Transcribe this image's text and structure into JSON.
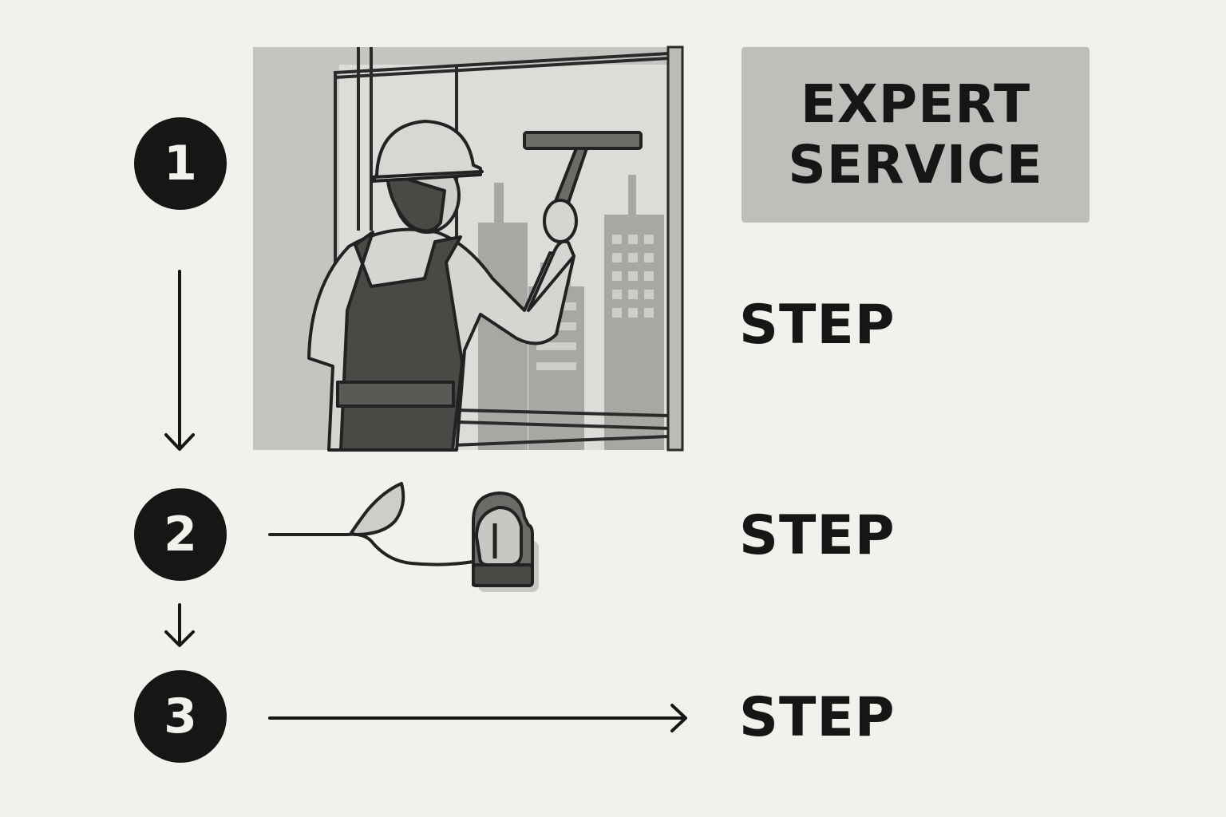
{
  "badge": {
    "text": "EXPERT\nSERVICE"
  },
  "steps": [
    {
      "number": "1",
      "label": "STEP"
    },
    {
      "number": "2",
      "label": "STEP"
    },
    {
      "number": "3",
      "label": "STEP"
    }
  ],
  "colors": {
    "background": "#f3f1ec",
    "ink": "#161616",
    "badge": "#c0bebb",
    "illustration_bg": "#c6c4c0"
  },
  "icons": {
    "illustration": "window-cleaner-icon",
    "step2_icon": "vacuum-cleaner-icon"
  }
}
